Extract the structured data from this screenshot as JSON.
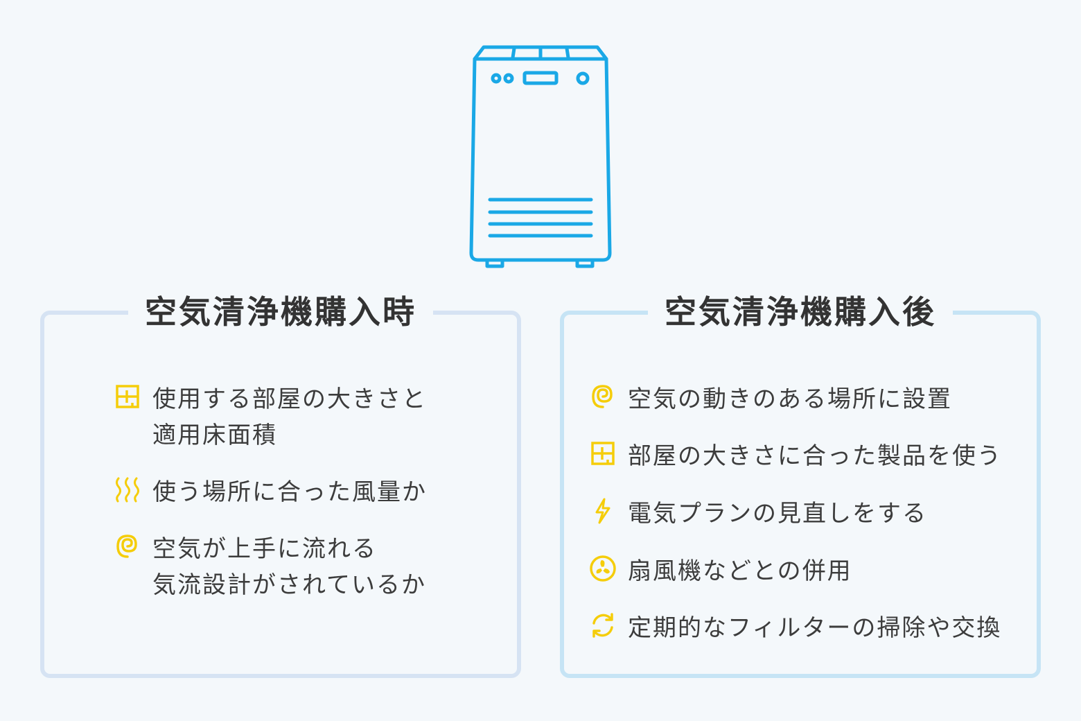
{
  "colors": {
    "accent": "#1aa8e6",
    "icon": "#f5cd0a",
    "panel_left_border": "#d6e3f3",
    "panel_right_border": "#c6e4f5",
    "background": "#f4f8fb"
  },
  "left_panel": {
    "title": "空気清浄機購入時",
    "items": [
      {
        "icon": "room-layout-icon",
        "lines": [
          "使用する部屋の大きさと",
          "適用床面積"
        ]
      },
      {
        "icon": "airflow-waves-icon",
        "lines": [
          "使う場所に合った風量か"
        ]
      },
      {
        "icon": "spiral-icon",
        "lines": [
          "空気が上手に流れる",
          "気流設計がされているか"
        ]
      }
    ]
  },
  "right_panel": {
    "title": "空気清浄機購入後",
    "items": [
      {
        "icon": "spiral-icon",
        "lines": [
          "空気の動きのある場所に設置"
        ]
      },
      {
        "icon": "room-layout-icon",
        "lines": [
          "部屋の大きさに合った製品を使う"
        ]
      },
      {
        "icon": "lightning-icon",
        "lines": [
          "電気プランの見直しをする"
        ]
      },
      {
        "icon": "fan-icon",
        "lines": [
          "扇風機などとの併用"
        ]
      },
      {
        "icon": "refresh-icon",
        "lines": [
          "定期的なフィルターの掃除や交換"
        ]
      }
    ]
  }
}
